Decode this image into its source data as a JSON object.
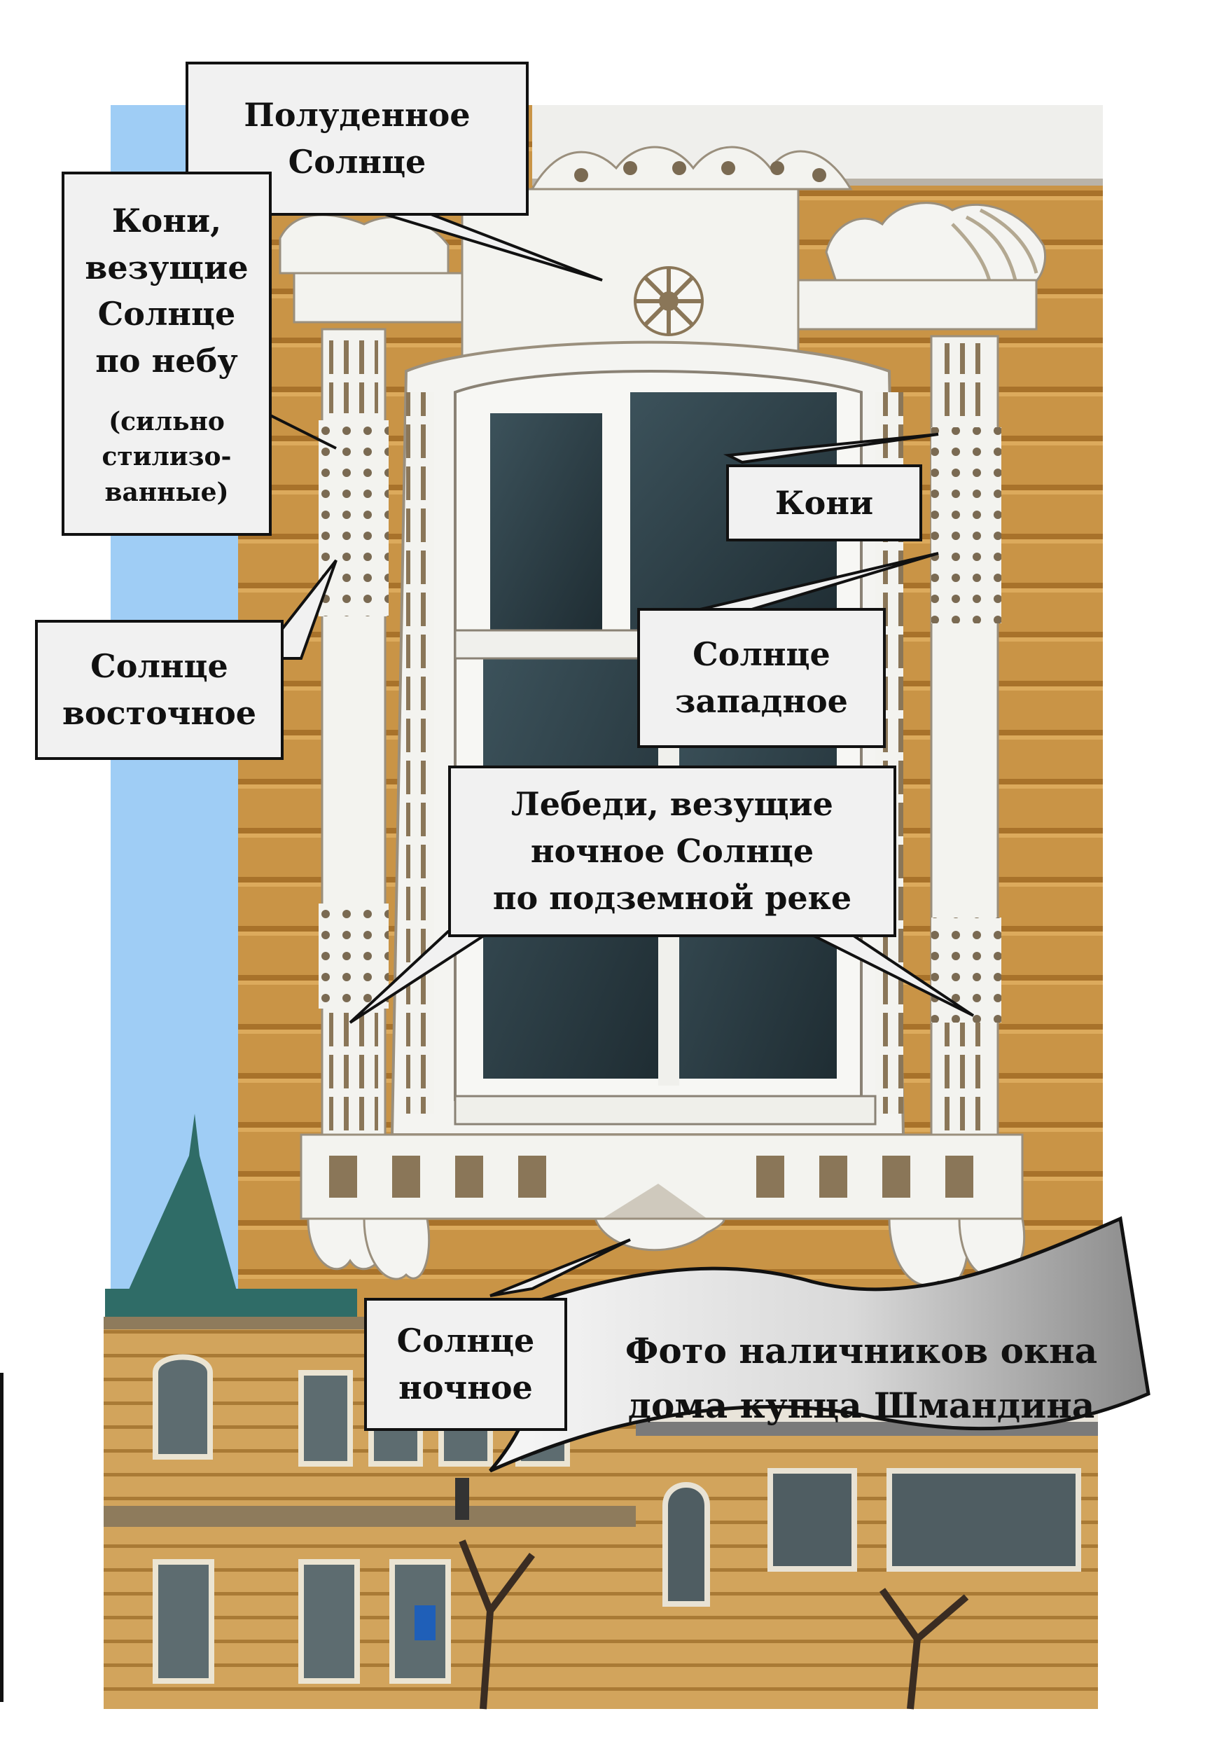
{
  "callouts": {
    "noon_sun": "Полуденное\nСолнце",
    "horses_main": "Кони,\nвезущие\nСолнце\nпо небу",
    "horses_note": "(сильно\nстилизо-\nванные)",
    "horses_right": "Кони",
    "sun_east": "Солнце\nвосточное",
    "sun_west": "Солнце\nзападное",
    "swans": "Лебеди, везущие\nночное Солнце\nпо подземной реке",
    "sun_night": "Солнце\nночное"
  },
  "banner": {
    "text": "Фото наличников окна\nдома купца Шмандина"
  },
  "colors": {
    "sky": "#9fcdf5",
    "wall": "#c99446",
    "plank_line": "#a8722a",
    "frame_white": "#f4f4f1",
    "glass": "#2f4149",
    "callout_bg": "#f1f1f1",
    "banner_light": "#f7f7f7",
    "banner_dark": "#8a8a8a"
  }
}
